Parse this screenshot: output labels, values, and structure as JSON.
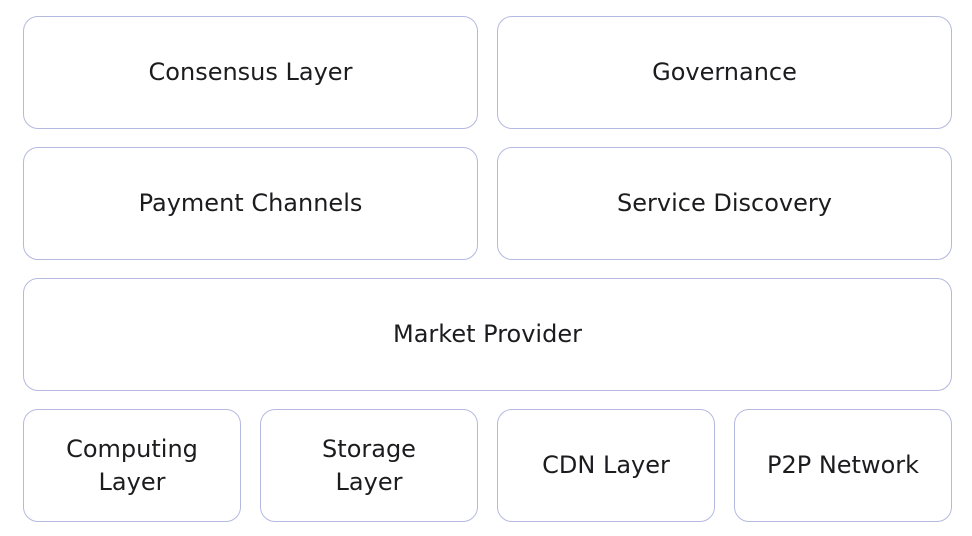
{
  "diagram": {
    "rows": [
      {
        "boxes": [
          {
            "label": "Consensus Layer"
          },
          {
            "label": "Governance"
          }
        ]
      },
      {
        "boxes": [
          {
            "label": "Payment Channels"
          },
          {
            "label": "Service Discovery"
          }
        ]
      },
      {
        "boxes": [
          {
            "label": "Market Provider"
          }
        ]
      },
      {
        "boxes": [
          {
            "label": "Computing\nLayer"
          },
          {
            "label": "Storage\nLayer"
          },
          {
            "label": "CDN Layer"
          },
          {
            "label": "P2P Network"
          }
        ]
      }
    ]
  },
  "colors": {
    "box_border": "#b4b9e0",
    "box_fill": "#ffffff",
    "text": "#1c1c1f",
    "background": "#ffffff"
  }
}
